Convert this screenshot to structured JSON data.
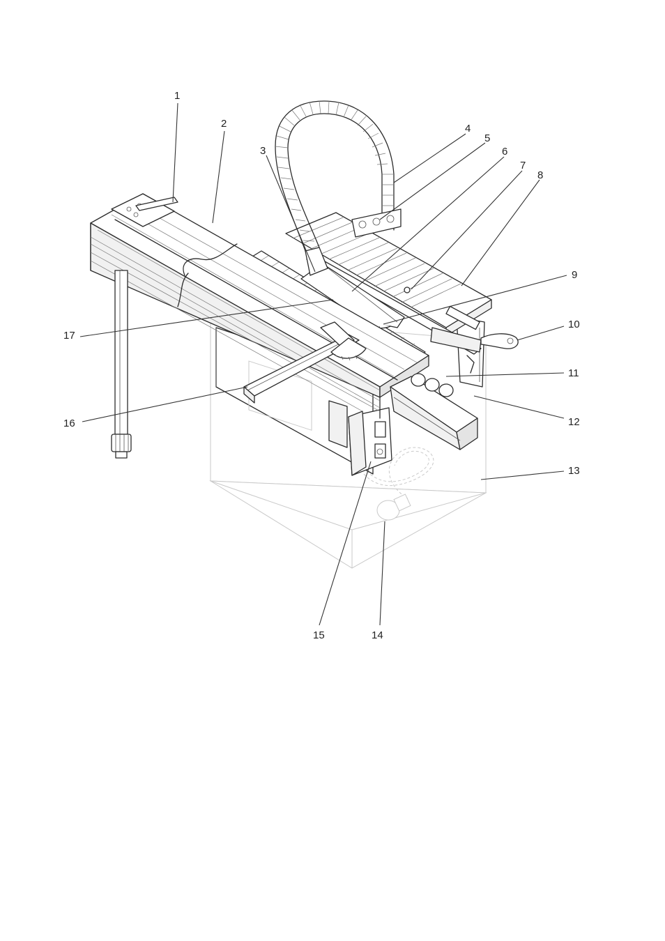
{
  "callouts": [
    {
      "id": "1",
      "text": "1"
    },
    {
      "id": "2",
      "text": "2"
    },
    {
      "id": "3",
      "text": "3"
    },
    {
      "id": "4",
      "text": "4"
    },
    {
      "id": "5",
      "text": "5"
    },
    {
      "id": "6",
      "text": "6"
    },
    {
      "id": "7",
      "text": "7"
    },
    {
      "id": "8",
      "text": "8"
    },
    {
      "id": "9",
      "text": "9"
    },
    {
      "id": "10",
      "text": "10"
    },
    {
      "id": "11",
      "text": "11"
    },
    {
      "id": "12",
      "text": "12"
    },
    {
      "id": "13",
      "text": "13"
    },
    {
      "id": "14",
      "text": "14"
    },
    {
      "id": "15",
      "text": "15"
    },
    {
      "id": "16",
      "text": "16"
    },
    {
      "id": "17",
      "text": "17"
    }
  ],
  "colors": {
    "outline": "#2b2b2b",
    "cabinet": "#c9c9c9",
    "shade": "#f1f1f1"
  }
}
